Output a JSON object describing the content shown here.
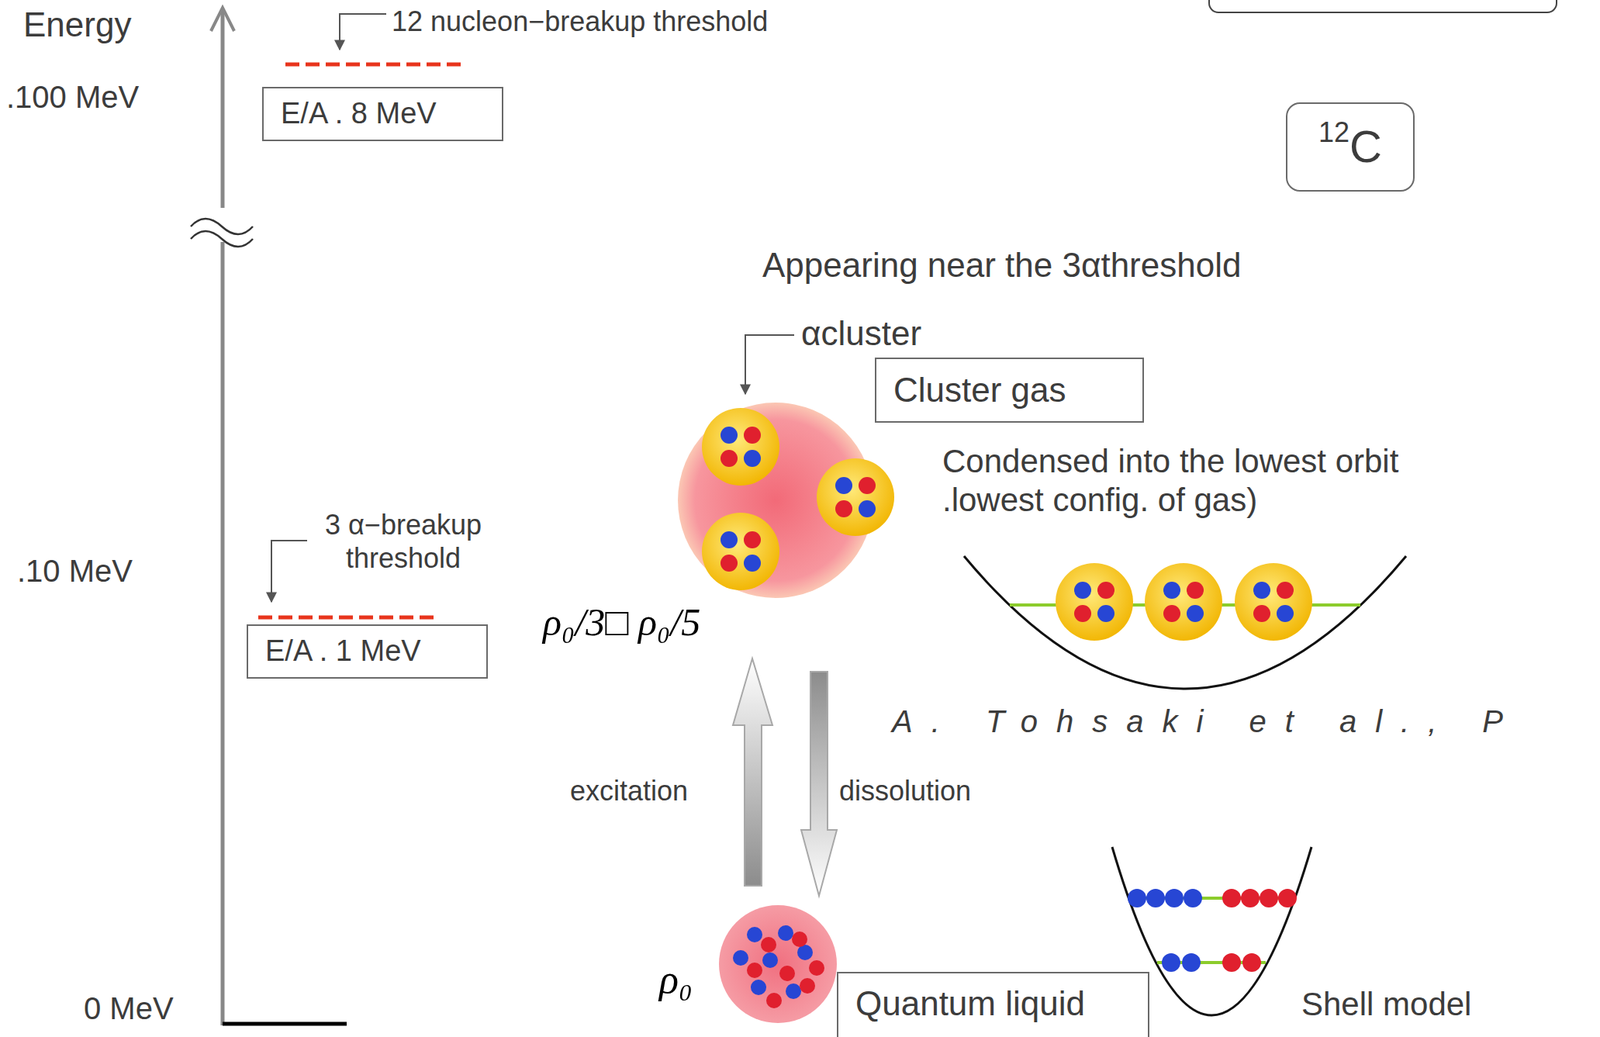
{
  "diagram": {
    "nodes": [
      {
        "text": [
          "E/A . 8 MeV"
        ]
      },
      {
        "text": [
          "12",
          "C"
        ]
      },
      {
        "text": [
          "Cluster gas"
        ]
      },
      {
        "text": [
          "E/A . 1 MeV"
        ]
      },
      {
        "text": [
          "Quantum liquid"
        ]
      }
    ],
    "labels": [
      "Energy",
      ".100 MeV",
      "12 nucleon−breakup threshold",
      "Appearing near the 3αthreshold",
      "αcluster",
      "Condensed into the lowest orbit .lowest config. of gas)",
      "3 α−breakup threshold",
      ".10 MeV",
      "ρ₀/3□ ρ₀/5",
      "A. Tohsaki et al., P",
      "excitation",
      "dissolution",
      "ρ₀",
      "0 MeV",
      "Shell model"
    ]
  }
}
